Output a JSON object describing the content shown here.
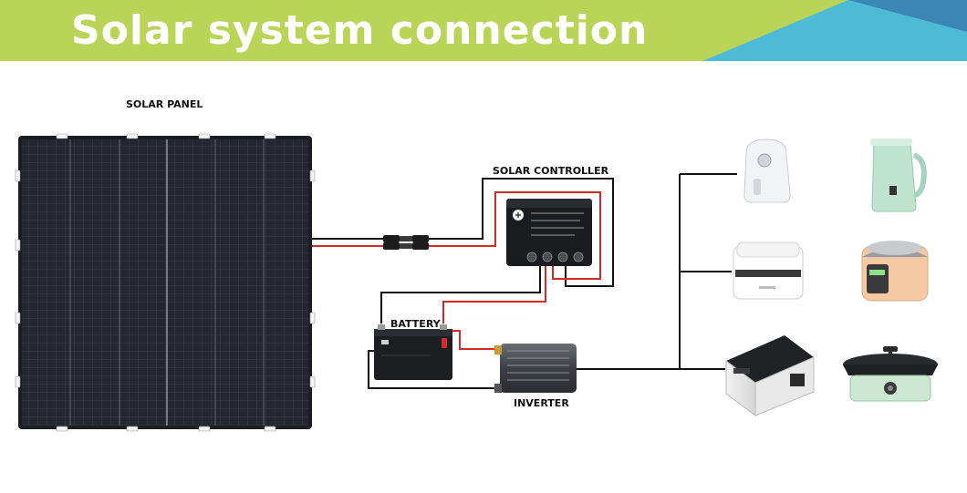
{
  "header": {
    "title": "Solar system connection",
    "colors": {
      "lime": "#b9d456",
      "teal": "#4dbbd5",
      "blue": "#3a86b5"
    }
  },
  "labels": {
    "solar_panel": "SOLAR PANEL",
    "solar_controller": "SOLAR CONTROLLER",
    "battery": "BATTERY",
    "inverter": "INVERTER"
  },
  "colors": {
    "positive_wire": "#d42a2a",
    "negative_wire": "#111111"
  },
  "icons": {
    "solar_panel": "solar-panel-icon",
    "controller": "charge-controller-icon",
    "battery": "battery-icon",
    "inverter": "inverter-icon",
    "appliances": [
      "air-fryer-icon",
      "electric-kettle-icon",
      "bread-maker-icon",
      "rice-cooker-icon",
      "portable-fridge-icon",
      "electric-grill-icon"
    ]
  }
}
